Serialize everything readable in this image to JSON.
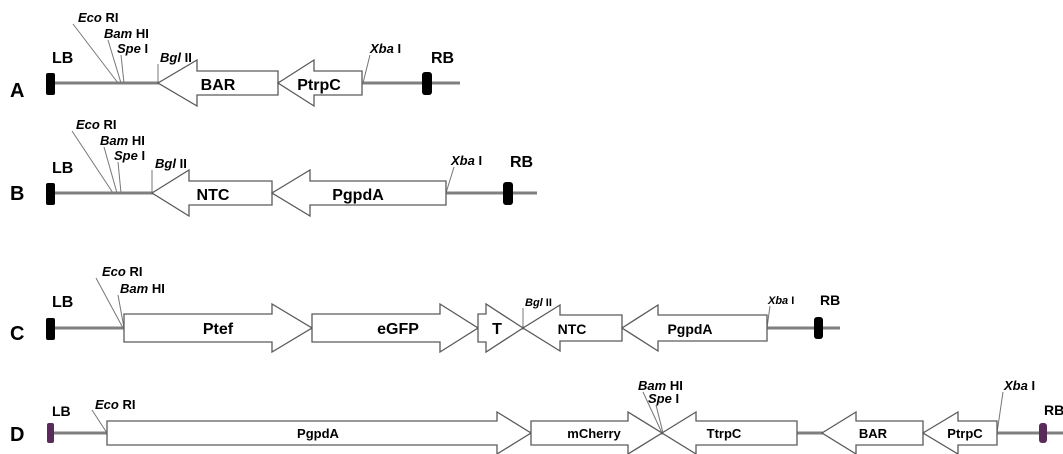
{
  "constructs": [
    {
      "letter": "A",
      "left_border": "LB",
      "right_border": "RB",
      "sites": [
        {
          "italic": "Eco",
          "suffix": "RI"
        },
        {
          "italic": "Bam",
          "suffix": "HI"
        },
        {
          "italic": "Spe",
          "suffix": "I"
        },
        {
          "italic": "Bgl",
          "suffix": "II"
        },
        {
          "italic": "Xba",
          "suffix": "I"
        }
      ],
      "elements": [
        {
          "label": "BAR",
          "direction": "left"
        },
        {
          "label": "PtrpC",
          "direction": "left"
        }
      ],
      "border_color": "#000000"
    },
    {
      "letter": "B",
      "left_border": "LB",
      "right_border": "RB",
      "sites": [
        {
          "italic": "Eco",
          "suffix": "RI"
        },
        {
          "italic": "Bam",
          "suffix": "HI"
        },
        {
          "italic": "Spe",
          "suffix": "I"
        },
        {
          "italic": "Bgl",
          "suffix": "II"
        },
        {
          "italic": "Xba",
          "suffix": "I"
        }
      ],
      "elements": [
        {
          "label": "NTC",
          "direction": "left"
        },
        {
          "label": "PgpdA",
          "direction": "left"
        }
      ],
      "border_color": "#000000"
    },
    {
      "letter": "C",
      "left_border": "LB",
      "right_border": "RB",
      "sites": [
        {
          "italic": "Eco",
          "suffix": "RI"
        },
        {
          "italic": "Bam",
          "suffix": "HI"
        },
        {
          "italic": "Bgl",
          "suffix": "II"
        },
        {
          "italic": "Xba",
          "suffix": "I"
        }
      ],
      "elements": [
        {
          "label": "Ptef",
          "direction": "right"
        },
        {
          "label": "eGFP",
          "direction": "right"
        },
        {
          "label": "T",
          "direction": "right"
        },
        {
          "label": "NTC",
          "direction": "left"
        },
        {
          "label": "PgpdA",
          "direction": "left"
        }
      ],
      "border_color": "#000000"
    },
    {
      "letter": "D",
      "left_border": "LB",
      "right_border": "RB",
      "sites": [
        {
          "italic": "Eco",
          "suffix": "RI"
        },
        {
          "italic": "Bam",
          "suffix": "HI"
        },
        {
          "italic": "Spe",
          "suffix": "I"
        },
        {
          "italic": "Xba",
          "suffix": "I"
        }
      ],
      "elements": [
        {
          "label": "PgpdA",
          "direction": "right"
        },
        {
          "label": "mCherry",
          "direction": "right"
        },
        {
          "label": "TtrpC",
          "direction": "left"
        },
        {
          "label": "BAR",
          "direction": "left"
        },
        {
          "label": "PtrpC",
          "direction": "left"
        }
      ],
      "border_color": "#5a2a5a"
    }
  ]
}
